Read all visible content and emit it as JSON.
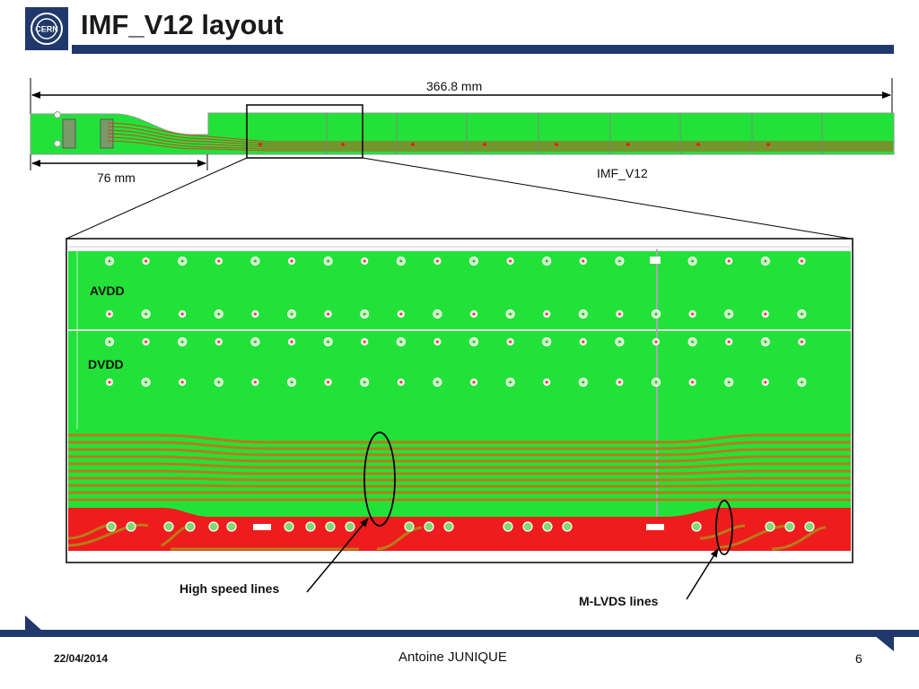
{
  "slide": {
    "title": "IMF_V12 layout",
    "logo_text": "CERN",
    "colors": {
      "accent": "#20386b",
      "board_green": "#22e23a",
      "trace_red": "#ee1c1c"
    },
    "icons": [
      "cern-logo-icon",
      "corner-triangle-icon"
    ]
  },
  "diagram": {
    "dimension_total": "366.8 mm",
    "dimension_left": "76 mm",
    "board_name": "IMF_V12",
    "label_avdd": "AVDD",
    "label_dvdd": "DVDD",
    "label_high_speed": "High speed lines",
    "label_mlvds": "M-LVDS lines"
  },
  "footer": {
    "date": "22/04/2014",
    "author": "Antoine JUNIQUE",
    "page": "6"
  }
}
